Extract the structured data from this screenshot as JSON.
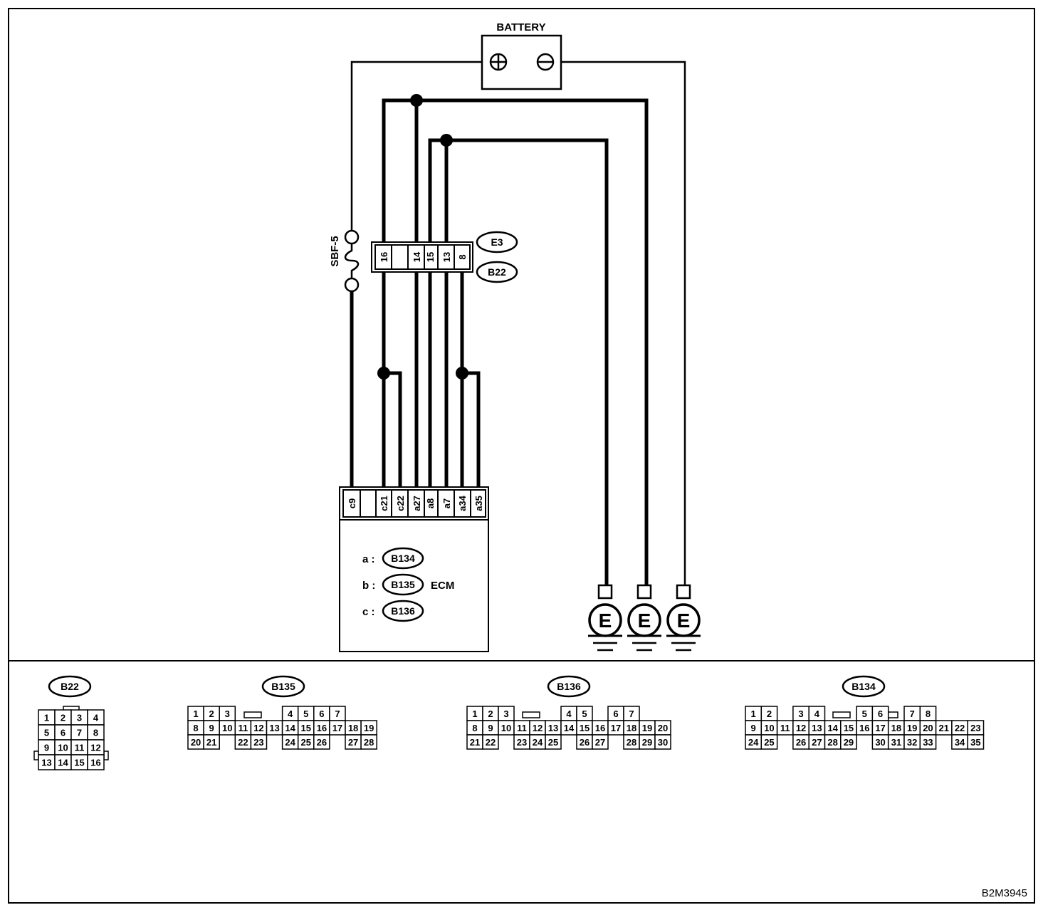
{
  "battery": {
    "label": "BATTERY",
    "plus": "⊕",
    "minus": "⊖"
  },
  "fuse": {
    "label": "SBF-5"
  },
  "joint": {
    "tag_top": "E3",
    "tag_bottom": "B22",
    "pins": [
      "16",
      "",
      "14",
      "15",
      "13",
      "8"
    ]
  },
  "ecm": {
    "label": "ECM",
    "pins": [
      "c9",
      "",
      "c21",
      "c22",
      "a27",
      "a8",
      "a7",
      "a34",
      "a35"
    ],
    "legend": [
      {
        "key": "a :",
        "connector": "B134"
      },
      {
        "key": "b :",
        "connector": "B135"
      },
      {
        "key": "c :",
        "connector": "B136"
      }
    ]
  },
  "grounds": [
    "E",
    "E",
    "E"
  ],
  "connectors": [
    {
      "id": "B22",
      "rows": [
        [
          "1",
          "2",
          "3",
          "4"
        ],
        [
          "5",
          "6",
          "7",
          "8"
        ],
        [
          "9",
          "10",
          "11",
          "12"
        ],
        [
          "13",
          "14",
          "15",
          "16"
        ]
      ]
    },
    {
      "id": "B135",
      "rows": [
        [
          "1",
          "2",
          "3",
          "",
          "",
          "",
          "4",
          "5",
          "6",
          "7"
        ],
        [
          "8",
          "9",
          "10",
          "11",
          "12",
          "13",
          "14",
          "15",
          "16",
          "17",
          "18",
          "19"
        ],
        [
          "20",
          "21",
          "",
          "22",
          "23",
          "",
          "24",
          "25",
          "26",
          "",
          "27",
          "28"
        ]
      ]
    },
    {
      "id": "B136",
      "rows": [
        [
          "1",
          "2",
          "3",
          "",
          "",
          "",
          "4",
          "5",
          "",
          "6",
          "7"
        ],
        [
          "8",
          "9",
          "10",
          "11",
          "12",
          "13",
          "14",
          "15",
          "16",
          "17",
          "18",
          "19",
          "20"
        ],
        [
          "21",
          "22",
          "",
          "23",
          "24",
          "25",
          "",
          "26",
          "27",
          "",
          "28",
          "29",
          "30"
        ]
      ]
    },
    {
      "id": "B134",
      "rows": [
        [
          "1",
          "2",
          "",
          "3",
          "4",
          "",
          "",
          "5",
          "6",
          "",
          "7",
          "8"
        ],
        [
          "9",
          "10",
          "11",
          "12",
          "13",
          "14",
          "15",
          "16",
          "17",
          "18",
          "19",
          "20",
          "21",
          "22",
          "23"
        ],
        [
          "24",
          "25",
          "",
          "26",
          "27",
          "28",
          "29",
          "",
          "30",
          "31",
          "32",
          "33",
          "",
          "34",
          "35"
        ]
      ]
    }
  ],
  "figure_id": "B2M3945"
}
